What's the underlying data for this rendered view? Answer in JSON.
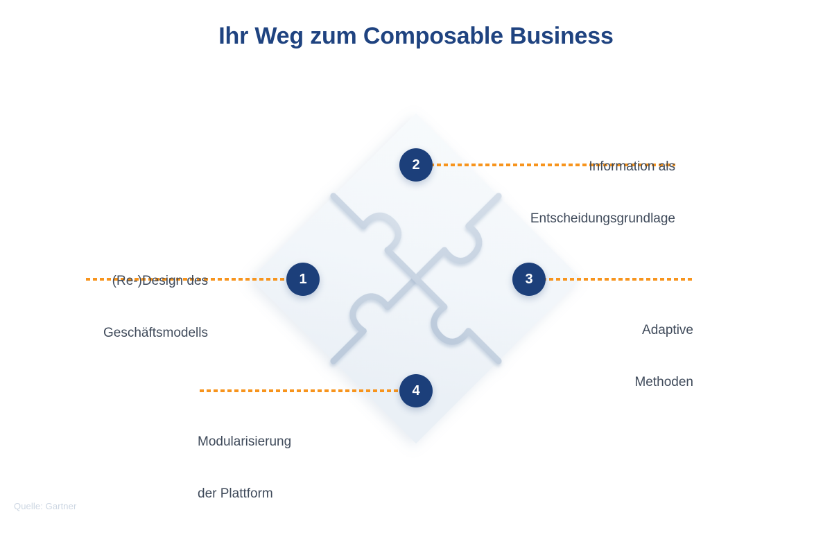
{
  "page": {
    "title": "Ihr Weg zum Composable Business",
    "background_color": "#ffffff",
    "source_note": "Quelle: Gartner"
  },
  "colors": {
    "title_navy": "#1f4380",
    "marker_navy": "#1c3f7a",
    "accent_orange": "#f7941d",
    "label_text": "#3f4a5a",
    "puzzle_fill": "#f4f7fa",
    "puzzle_stroke": "#c6d2e0",
    "source_text": "#ccd6e2"
  },
  "diagram": {
    "type": "puzzle-diamond",
    "shape_name": "four-piece-jigsaw-diamond",
    "steps": [
      {
        "number": "1",
        "label_line1": "(Re-)Design des",
        "label_line2": "Geschäftsmodells",
        "align": "right",
        "side": "left"
      },
      {
        "number": "2",
        "label_line1": "Information als",
        "label_line2": "Entscheidungsgrundlage",
        "align": "right",
        "side": "top-right"
      },
      {
        "number": "3",
        "label_line1": "Adaptive",
        "label_line2": "Methoden",
        "align": "right",
        "side": "right"
      },
      {
        "number": "4",
        "label_line1": "Modularisierung",
        "label_line2": "der Plattform",
        "align": "left",
        "side": "bottom-left"
      }
    ]
  }
}
